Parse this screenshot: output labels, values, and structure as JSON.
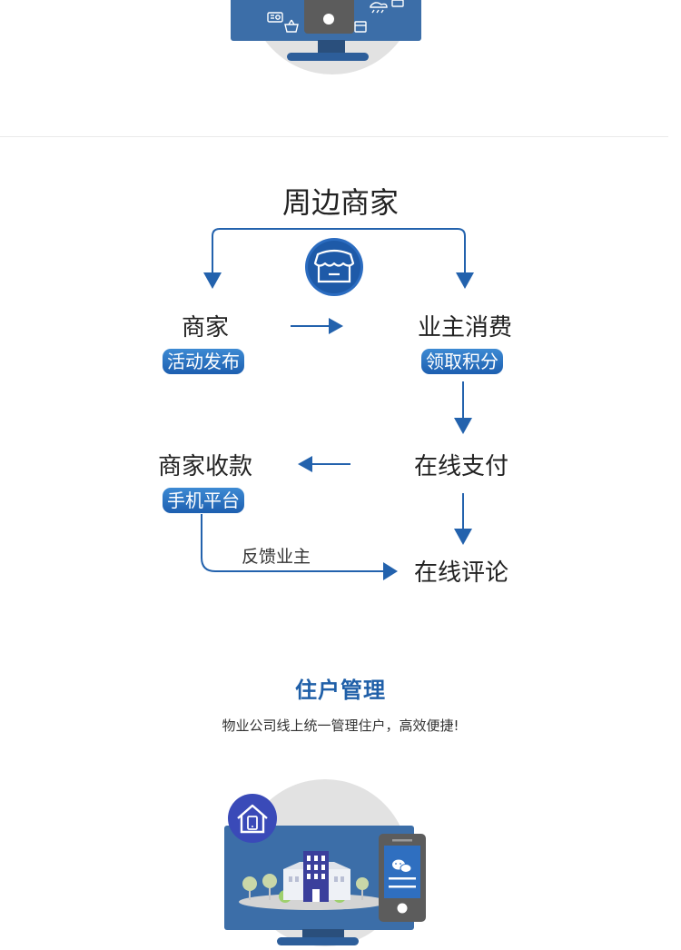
{
  "flow": {
    "title": "周边商家",
    "nodes": {
      "merchant": "商家",
      "owner_consume": "业主消费",
      "online_pay": "在线支付",
      "merchant_collect": "商家收款",
      "online_review": "在线评论"
    },
    "tags": {
      "activity_publish": "活动发布",
      "get_points": "领取积分",
      "mobile_platform": "手机平台"
    },
    "feedback_label": "反馈业主"
  },
  "resident": {
    "title": "住户管理",
    "subtitle": "物业公司线上统一管理住户，高效便捷!"
  },
  "icons": {
    "shop": "shop-icon",
    "house_phone": "house-phone-icon",
    "wechat": "wechat-icon",
    "radio": "radio-icon",
    "basket": "basket-icon",
    "rain": "rain-icon",
    "calendar": "calendar-icon"
  },
  "colors": {
    "accent": "#1f5fa8",
    "arrow": "#2362ad",
    "screen": "#3c6ea8",
    "circle": "#e2e2e2",
    "phone": "#5c5c5c",
    "house_badge": "#3a4ab8"
  }
}
